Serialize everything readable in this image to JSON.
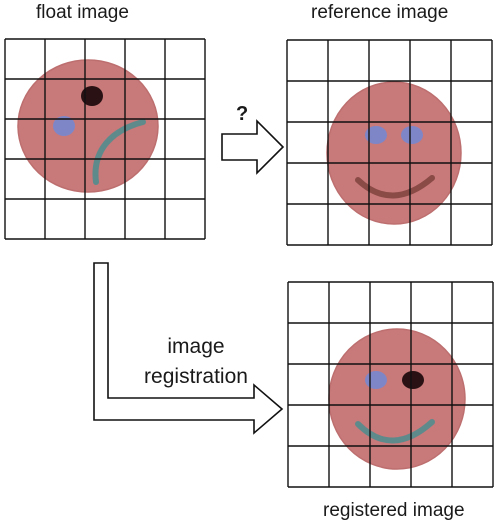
{
  "labels": {
    "float_image": "float image",
    "reference_image": "reference image",
    "registered_image": "registered image",
    "question": "?",
    "process_line1": "image",
    "process_line2": "registration"
  },
  "colors": {
    "grid": "#111111",
    "face": "#c46e6e",
    "face_edge": "#b86363",
    "eye_blue": "#7f86c8",
    "eye_dark": "#2a1214",
    "mouth_teal": "#5f8a8c",
    "mouth_brown": "#8a4a45"
  },
  "grid": {
    "rows": 5,
    "cols": 5
  }
}
